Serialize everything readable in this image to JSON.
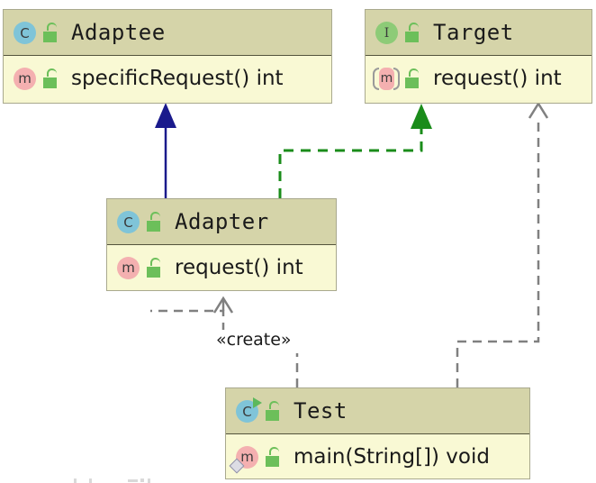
{
  "diagram": {
    "kind": "uml-class-diagram",
    "pattern": "Adapter",
    "background": "#ffffff",
    "palette": {
      "header_fill": "#d5d4a9",
      "body_fill": "#f9f9d4",
      "border": "#a9a98e",
      "divider": "#54543c",
      "class_icon": "#7fc4d8",
      "interface_icon": "#8dcb77",
      "method_icon": "#f4b0b0",
      "lock_green": "#6cbf5a",
      "association_blue": "#1a1a8c",
      "realization_green": "#1a8c1a",
      "dependency_gray": "#808080",
      "text": "#1a1a1a"
    }
  },
  "classes": [
    {
      "id": "adaptee",
      "name": "Adaptee",
      "stereotype_icon": "class-icon",
      "visibility_icon": "unlocked-padlock-icon",
      "members": [
        {
          "signature": "specificRequest() int",
          "icon": "method-icon",
          "abstract": false,
          "static": false,
          "visibility_icon": "unlocked-padlock-icon"
        }
      ]
    },
    {
      "id": "target",
      "name": "Target",
      "stereotype_icon": "interface-icon",
      "visibility_icon": "unlocked-padlock-icon",
      "members": [
        {
          "signature": "request() int",
          "icon": "abstract-method-icon",
          "abstract": true,
          "static": false,
          "visibility_icon": "unlocked-padlock-icon"
        }
      ]
    },
    {
      "id": "adapter",
      "name": "Adapter",
      "stereotype_icon": "class-icon",
      "visibility_icon": "unlocked-padlock-icon",
      "members": [
        {
          "signature": "request() int",
          "icon": "method-icon",
          "abstract": false,
          "static": false,
          "visibility_icon": "unlocked-padlock-icon"
        }
      ]
    },
    {
      "id": "test",
      "name": "Test",
      "stereotype_icon": "runnable-class-icon",
      "visibility_icon": "unlocked-padlock-icon",
      "members": [
        {
          "signature": "main(String[]) void",
          "icon": "static-method-icon",
          "abstract": false,
          "static": true,
          "visibility_icon": "unlocked-padlock-icon"
        }
      ]
    }
  ],
  "relations": [
    {
      "id": "adapter-to-adaptee",
      "from": "adapter",
      "to": "adaptee",
      "type": "association",
      "line": "solid",
      "arrowhead": "filled-triangle",
      "color": "#1a1a8c",
      "label": ""
    },
    {
      "id": "adapter-to-target",
      "from": "adapter",
      "to": "target",
      "type": "realization",
      "line": "dashed",
      "arrowhead": "filled-triangle",
      "color": "#1a8c1a",
      "label": ""
    },
    {
      "id": "test-creates-adapter",
      "from": "test",
      "to": "adapter",
      "type": "dependency",
      "line": "dashed",
      "arrowhead": "open-arrow",
      "color": "#808080",
      "label": "«create»"
    },
    {
      "id": "test-to-target",
      "from": "test",
      "to": "target",
      "type": "dependency",
      "line": "dashed",
      "arrowhead": "open-arrow",
      "color": "#808080",
      "label": ""
    }
  ]
}
